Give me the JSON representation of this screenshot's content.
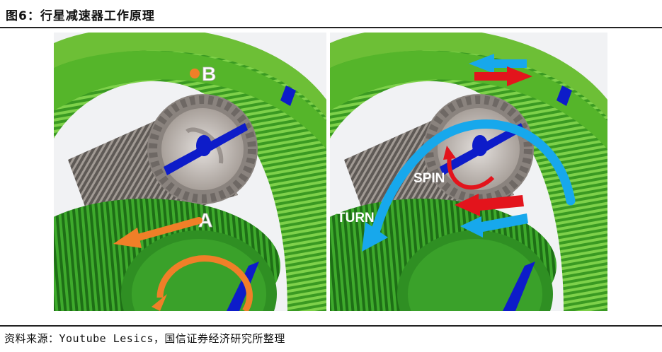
{
  "figure": {
    "caption": "图6：行星减速器工作原理",
    "source": "资料来源：Youtube Lesics，国信证券经济研究所整理"
  },
  "left_panel": {
    "label_b": "B",
    "label_a": "A"
  },
  "right_panel": {
    "label_spin": "SPIN",
    "label_turn": "TURN"
  },
  "colors": {
    "ring_gear": "#5cab2c",
    "planet_gear": "#2f8f23",
    "sun_gear": "#7a7470",
    "carrier_blue": "#0d1cc9",
    "orange_arrow": "#f07f28",
    "cyan_arrow": "#17a8ec",
    "red_arrow": "#e3141c"
  }
}
